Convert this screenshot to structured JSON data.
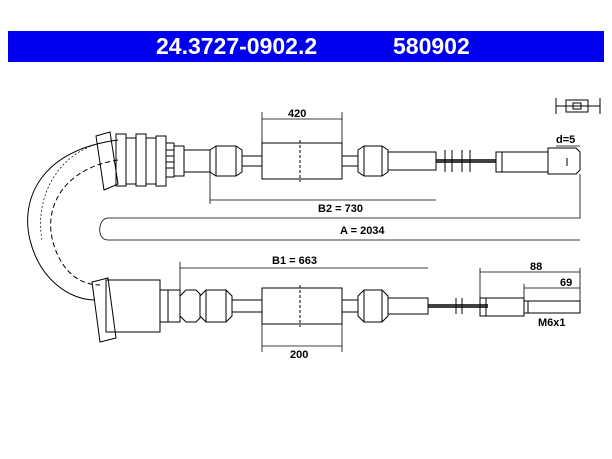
{
  "header": {
    "part_number": "24.3727-0902.2",
    "ref_number": "580902",
    "background": "#0000ee"
  },
  "dimensions": {
    "d420": "420",
    "d200": "200",
    "b2": "B2 = 730",
    "a": "A = 2034",
    "b1": "B1 = 663",
    "d88": "88",
    "d69": "69",
    "diameter": "d=5",
    "thread": "M6x1"
  }
}
